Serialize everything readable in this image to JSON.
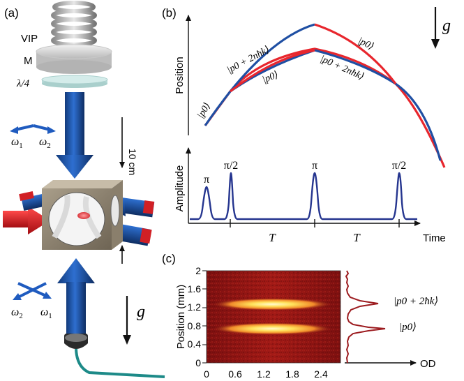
{
  "panel_a": {
    "label": "(a)",
    "vip_label": "VIP",
    "mirror_label": "M",
    "waveplate_label": "λ/4",
    "omega1_top": "ω",
    "omega1_top_sub": "1",
    "omega2_top": "ω",
    "omega2_top_sub": "2",
    "omega2_bottom": "ω",
    "omega2_bottom_sub": "2",
    "omega1_bottom": "ω",
    "omega1_bottom_sub": "1",
    "distance_label": "10 cm",
    "gravity_label": "g"
  },
  "panel_b": {
    "label": "(b)",
    "gravity_label": "g",
    "y_label_top": "Position",
    "y_label_bottom": "Amplitude",
    "x_label": "Time",
    "state_p0_left": "|p0⟩",
    "state_upper_first": "|p0 + 2nħk⟩",
    "state_lower_first": "|p0⟩",
    "state_upper_second": "|p0⟩",
    "state_lower_second": "|p0 + 2nħk⟩",
    "pulse_labels": [
      "π",
      "π/2",
      "π",
      "π/2"
    ],
    "interval_labels": [
      "T",
      "T"
    ],
    "colors": {
      "red": "#e8262d",
      "blue": "#1f4fa3",
      "pulse": "#25358f"
    }
  },
  "panel_c": {
    "label": "(c)",
    "y_label": "Position (mm)",
    "x_label": "OD",
    "peak_top_label": "|p0 + 2ħk⟩",
    "peak_bottom_label": "|p0⟩",
    "colors": {
      "profile": "#9c1b1f",
      "background": "#8a1414",
      "bright": "#fff7a0"
    }
  },
  "chart_data": {
    "type": "heatmap",
    "x_ticks": [
      "0",
      "0.6",
      "1.2",
      "1.8",
      "2.4"
    ],
    "y_ticks": [
      "0",
      "0.4",
      "0.8",
      "1.2",
      "1.6",
      "2"
    ],
    "xlim": [
      0,
      2.8
    ],
    "ylim": [
      0,
      2
    ],
    "ylabel": "Position (mm)",
    "clouds": [
      {
        "label": "|p0 + 2ħk⟩",
        "y_center": 1.3,
        "x_center": 1.4
      },
      {
        "label": "|p0⟩",
        "y_center": 0.72,
        "x_center": 1.4
      }
    ]
  }
}
